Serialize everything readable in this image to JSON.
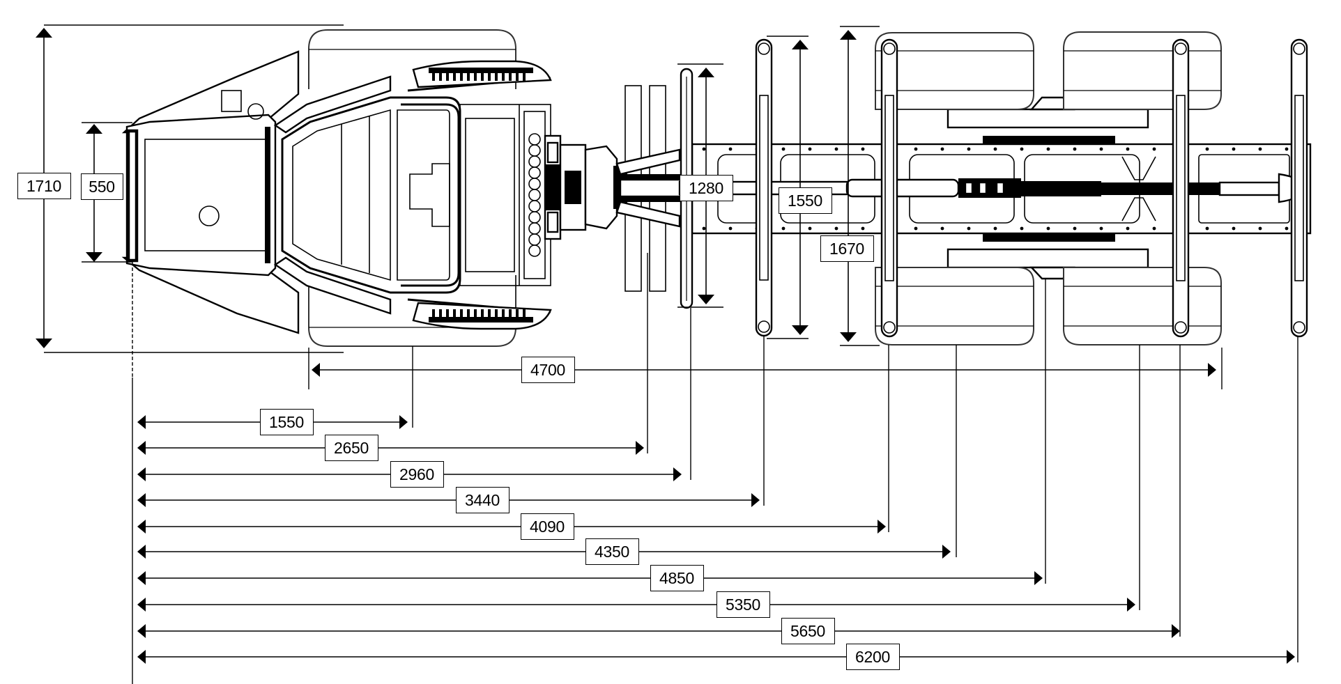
{
  "drawing": {
    "title": "Forwarder top view dimension drawing",
    "units": "mm",
    "vertical_dimensions": [
      {
        "id": "overall-width",
        "value": "1710",
        "description": "overall width at front wheels"
      },
      {
        "id": "front-grille-width",
        "value": "550",
        "description": "front hood width"
      },
      {
        "id": "stanchion-width-front",
        "value": "1280",
        "description": "front headboard width"
      },
      {
        "id": "bunk-width",
        "value": "1550",
        "description": "load bunk width"
      },
      {
        "id": "rear-track-width",
        "value": "1670",
        "description": "rear bogie width"
      }
    ],
    "horizontal_dimensions": [
      {
        "id": "wheelbase",
        "value": "4700",
        "description": "front axle to rear bogie"
      },
      {
        "id": "dim-1550",
        "value": "1550"
      },
      {
        "id": "dim-2650",
        "value": "2650"
      },
      {
        "id": "dim-2960",
        "value": "2960"
      },
      {
        "id": "dim-3440",
        "value": "3440"
      },
      {
        "id": "dim-4090",
        "value": "4090"
      },
      {
        "id": "dim-4350",
        "value": "4350"
      },
      {
        "id": "dim-4850",
        "value": "4850"
      },
      {
        "id": "dim-5350",
        "value": "5350"
      },
      {
        "id": "dim-5650",
        "value": "5650"
      },
      {
        "id": "dim-6200",
        "value": "6200"
      }
    ]
  }
}
